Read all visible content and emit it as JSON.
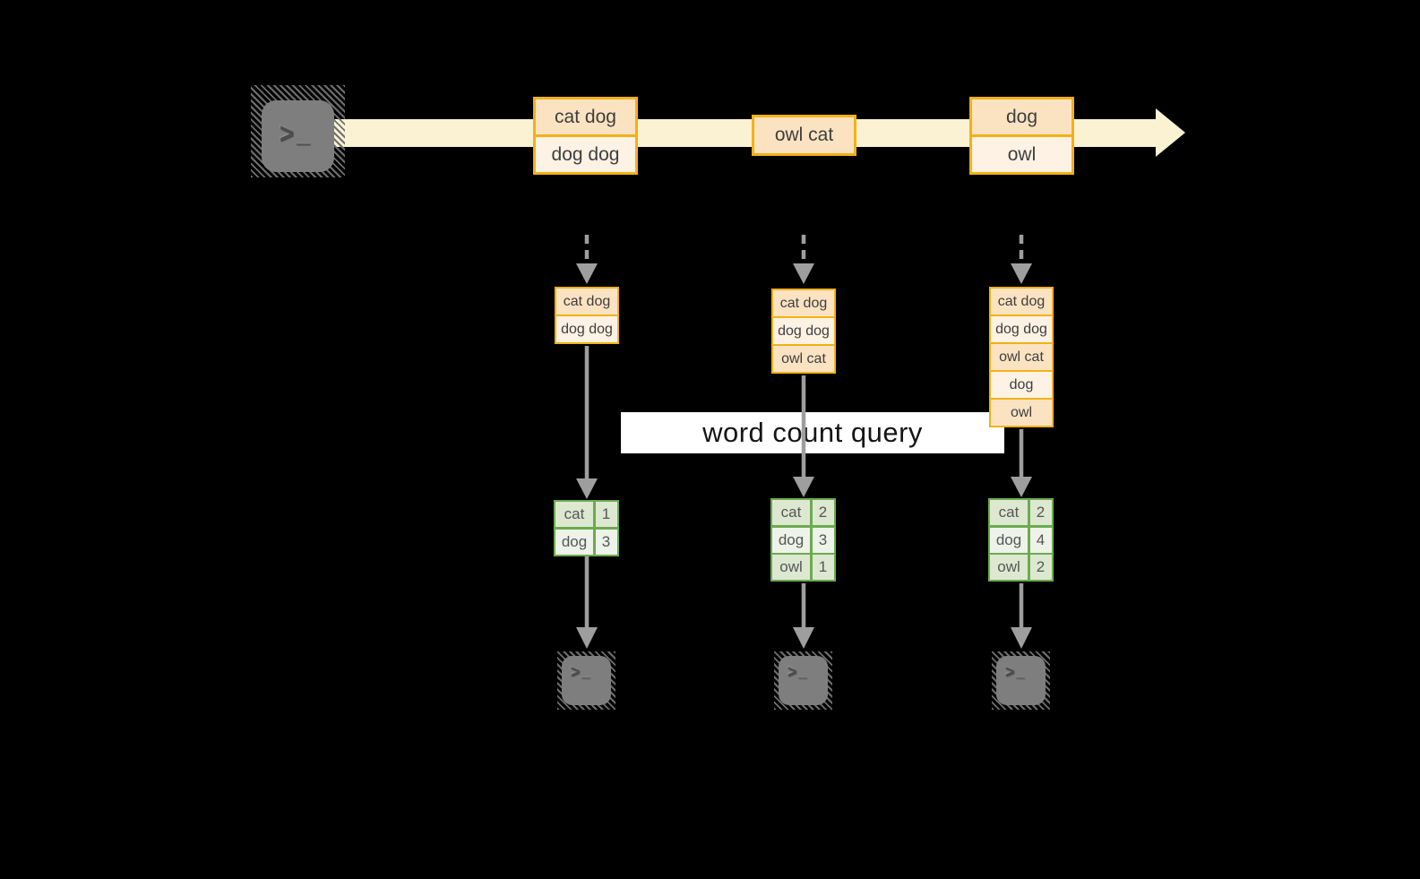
{
  "page": {
    "background": "#000000"
  },
  "banner": {
    "label": "word count query",
    "bg": "#ffffff",
    "text_color": "#151515"
  },
  "stream": {
    "direction": "left-to-right",
    "source_icon": "terminal-icon",
    "prompt_glyph": ">",
    "cursor_glyph": "_",
    "batches": [
      {
        "lines": [
          "cat dog",
          "dog dog"
        ]
      },
      {
        "lines": [
          "owl cat"
        ]
      },
      {
        "lines": [
          "dog",
          "owl"
        ]
      }
    ]
  },
  "windows": [
    {
      "lines": [
        "cat dog",
        "dog dog"
      ]
    },
    {
      "lines": [
        "cat dog",
        "dog dog",
        "owl cat"
      ]
    },
    {
      "lines": [
        "cat dog",
        "dog dog",
        "owl cat",
        "dog",
        "owl"
      ]
    }
  ],
  "count_tables": [
    {
      "rows": [
        {
          "word": "cat",
          "count": "1"
        },
        {
          "word": "dog",
          "count": "3"
        }
      ]
    },
    {
      "rows": [
        {
          "word": "cat",
          "count": "2"
        },
        {
          "word": "dog",
          "count": "3"
        },
        {
          "word": "owl",
          "count": "1"
        }
      ]
    },
    {
      "rows": [
        {
          "word": "cat",
          "count": "2"
        },
        {
          "word": "dog",
          "count": "4"
        },
        {
          "word": "owl",
          "count": "2"
        }
      ]
    }
  ],
  "sinks": [
    {
      "icon": "terminal-icon"
    },
    {
      "icon": "terminal-icon"
    },
    {
      "icon": "terminal-icon"
    }
  ],
  "colors": {
    "stream_band": "#FBF2D3",
    "box_border": "#F2B117",
    "box_fill_dark": "#FBE3C2",
    "box_fill_light": "#FDF2E4",
    "table_border": "#6CAB50",
    "table_fill_dark": "#DCE8D0",
    "table_fill_light": "#EDF3E8",
    "arrow_gray": "#9E9E9E",
    "terminal_gray": "#7E7E7E"
  }
}
